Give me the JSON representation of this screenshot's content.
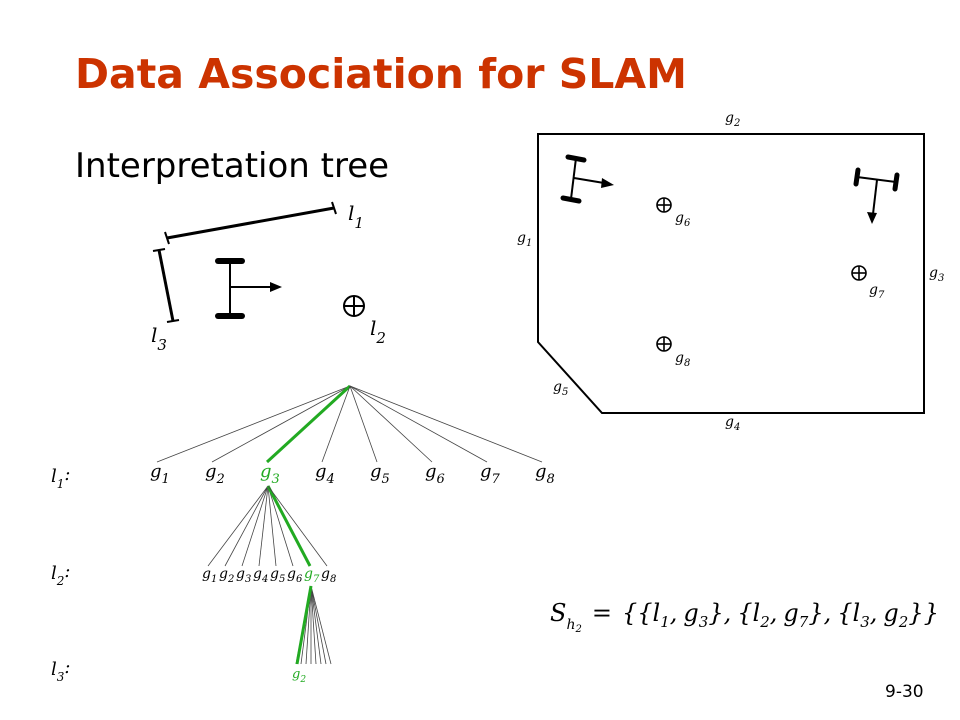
{
  "slide": {
    "title": "Data Association for SLAM",
    "subtitle": "Interpretation tree",
    "page_number": "9-30"
  },
  "scene": {
    "lines": [
      {
        "id": "l1",
        "letter": "l",
        "index": "1"
      },
      {
        "id": "l2",
        "letter": "l",
        "index": "2"
      },
      {
        "id": "l3",
        "letter": "l",
        "index": "3"
      }
    ]
  },
  "map": {
    "features": [
      {
        "id": "g1",
        "letter": "g",
        "index": "1"
      },
      {
        "id": "g2",
        "letter": "g",
        "index": "2"
      },
      {
        "id": "g3",
        "letter": "g",
        "index": "3"
      },
      {
        "id": "g4",
        "letter": "g",
        "index": "4"
      },
      {
        "id": "g5",
        "letter": "g",
        "index": "5"
      },
      {
        "id": "g6",
        "letter": "g",
        "index": "6"
      },
      {
        "id": "g7",
        "letter": "g",
        "index": "7"
      },
      {
        "id": "g8",
        "letter": "g",
        "index": "8"
      }
    ]
  },
  "tree": {
    "highlight_color": "#22aa22",
    "levels": [
      {
        "letter": "l",
        "index": "1",
        "colon": ":"
      },
      {
        "letter": "l",
        "index": "2",
        "colon": ":"
      },
      {
        "letter": "l",
        "index": "3",
        "colon": ":"
      }
    ],
    "level1_nodes": [
      {
        "letter": "g",
        "index": "1",
        "selected": false
      },
      {
        "letter": "g",
        "index": "2",
        "selected": false
      },
      {
        "letter": "g",
        "index": "3",
        "selected": true
      },
      {
        "letter": "g",
        "index": "4",
        "selected": false
      },
      {
        "letter": "g",
        "index": "5",
        "selected": false
      },
      {
        "letter": "g",
        "index": "6",
        "selected": false
      },
      {
        "letter": "g",
        "index": "7",
        "selected": false
      },
      {
        "letter": "g",
        "index": "8",
        "selected": false
      }
    ],
    "level2_nodes": [
      {
        "letter": "g",
        "index": "1",
        "selected": false
      },
      {
        "letter": "g",
        "index": "2",
        "selected": false
      },
      {
        "letter": "g",
        "index": "3",
        "selected": false
      },
      {
        "letter": "g",
        "index": "4",
        "selected": false
      },
      {
        "letter": "g",
        "index": "5",
        "selected": false
      },
      {
        "letter": "g",
        "index": "6",
        "selected": false
      },
      {
        "letter": "g",
        "index": "7",
        "selected": true
      },
      {
        "letter": "g",
        "index": "8",
        "selected": false
      }
    ],
    "level3_selected": {
      "letter": "g",
      "index": "2"
    }
  },
  "formula": {
    "S": "S",
    "sub_h": "h",
    "sub_2": "2",
    "equals": "=",
    "open": "{",
    "close": "}",
    "comma": ",",
    "pairs": [
      {
        "l_letter": "l",
        "l_index": "1",
        "g_letter": "g",
        "g_index": "3"
      },
      {
        "l_letter": "l",
        "l_index": "2",
        "g_letter": "g",
        "g_index": "7"
      },
      {
        "l_letter": "l",
        "l_index": "3",
        "g_letter": "g",
        "g_index": "2"
      }
    ]
  }
}
